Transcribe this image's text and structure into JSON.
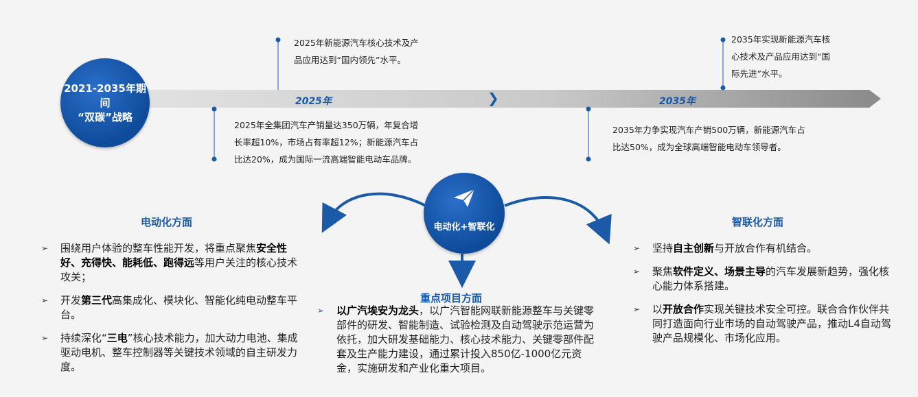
{
  "strategy_circle": {
    "line1": "2021-2035年期间",
    "line2": "“双碳”战略"
  },
  "timeline": {
    "year_2025": "2025年",
    "year_2035": "2035年",
    "chevron": "❯"
  },
  "notes": {
    "above_2025": [
      "2025年新能源汽车核心技术及产",
      "品应用达到“国内领先”水平。"
    ],
    "below_2025": [
      "2025年全集团汽车产销量达350万辆，年复合增",
      "长率超10%，市场占有率超12%；新能源汽车占",
      "比达20%，成为国际一流高端智能电动车品牌。"
    ],
    "above_2035": [
      "2035年实现新能源汽车核",
      "心技术及产品应用达到“国",
      "际先进”水平。"
    ],
    "below_2035": [
      "2035年力争实现汽车产销500万辆，新能源汽车占",
      "比达50%，成为全球高端智能电动车领导者。"
    ]
  },
  "center_circle": {
    "icon": "paper-plane-icon",
    "label": "电动化+智联化"
  },
  "sections": {
    "electrification": {
      "title": "电动化方面",
      "items": [
        [
          "围绕用户体验的整车性能开发，将重点聚焦",
          "安全性好、充得快、能耗低、跑得远",
          "等用户关注的核心技术攻关；"
        ],
        [
          "开发",
          "第三代",
          "高集成化、模块化、智能化纯电动整车平台。"
        ],
        [
          "持续深化“",
          "三电",
          "”核心技术能力，加大动力电池、集成驱动电机、整车控制器等关键技术领域的自主研发力度。"
        ]
      ]
    },
    "key_projects": {
      "title": "重点项目方面",
      "items": [
        [
          "",
          "以广汽埃安为龙头",
          "，以广汽智能网联新能源整车与关键零部件的研发、智能制造、试验检测及自动驾驶示范运营为依托，加大研发基础能力、核心技术能力、关键零部件配套及生产能力建设，通过累计投入850亿-1000亿元资金，实施研发和产业化重大项目。"
        ]
      ]
    },
    "intelligence": {
      "title": "智联化方面",
      "items": [
        [
          "坚持",
          "自主创新",
          "与开放合作有机结合。"
        ],
        [
          "聚焦",
          "软件定义、场景主导",
          "的汽车发展新趋势，强化核心能力体系搭建。"
        ],
        [
          "以",
          "开放合作",
          "实现关键技术安全可控。联合合作伙伴共同打造面向行业市场的自动驾驶产品，推动L4自动驾驶产品规模化、市场化应用。"
        ]
      ]
    }
  },
  "bullet_marker": "➢",
  "colors": {
    "blue": "#1a5aa8",
    "band_light": "#dcdcdc",
    "band_dark": "#8f8f8f"
  }
}
